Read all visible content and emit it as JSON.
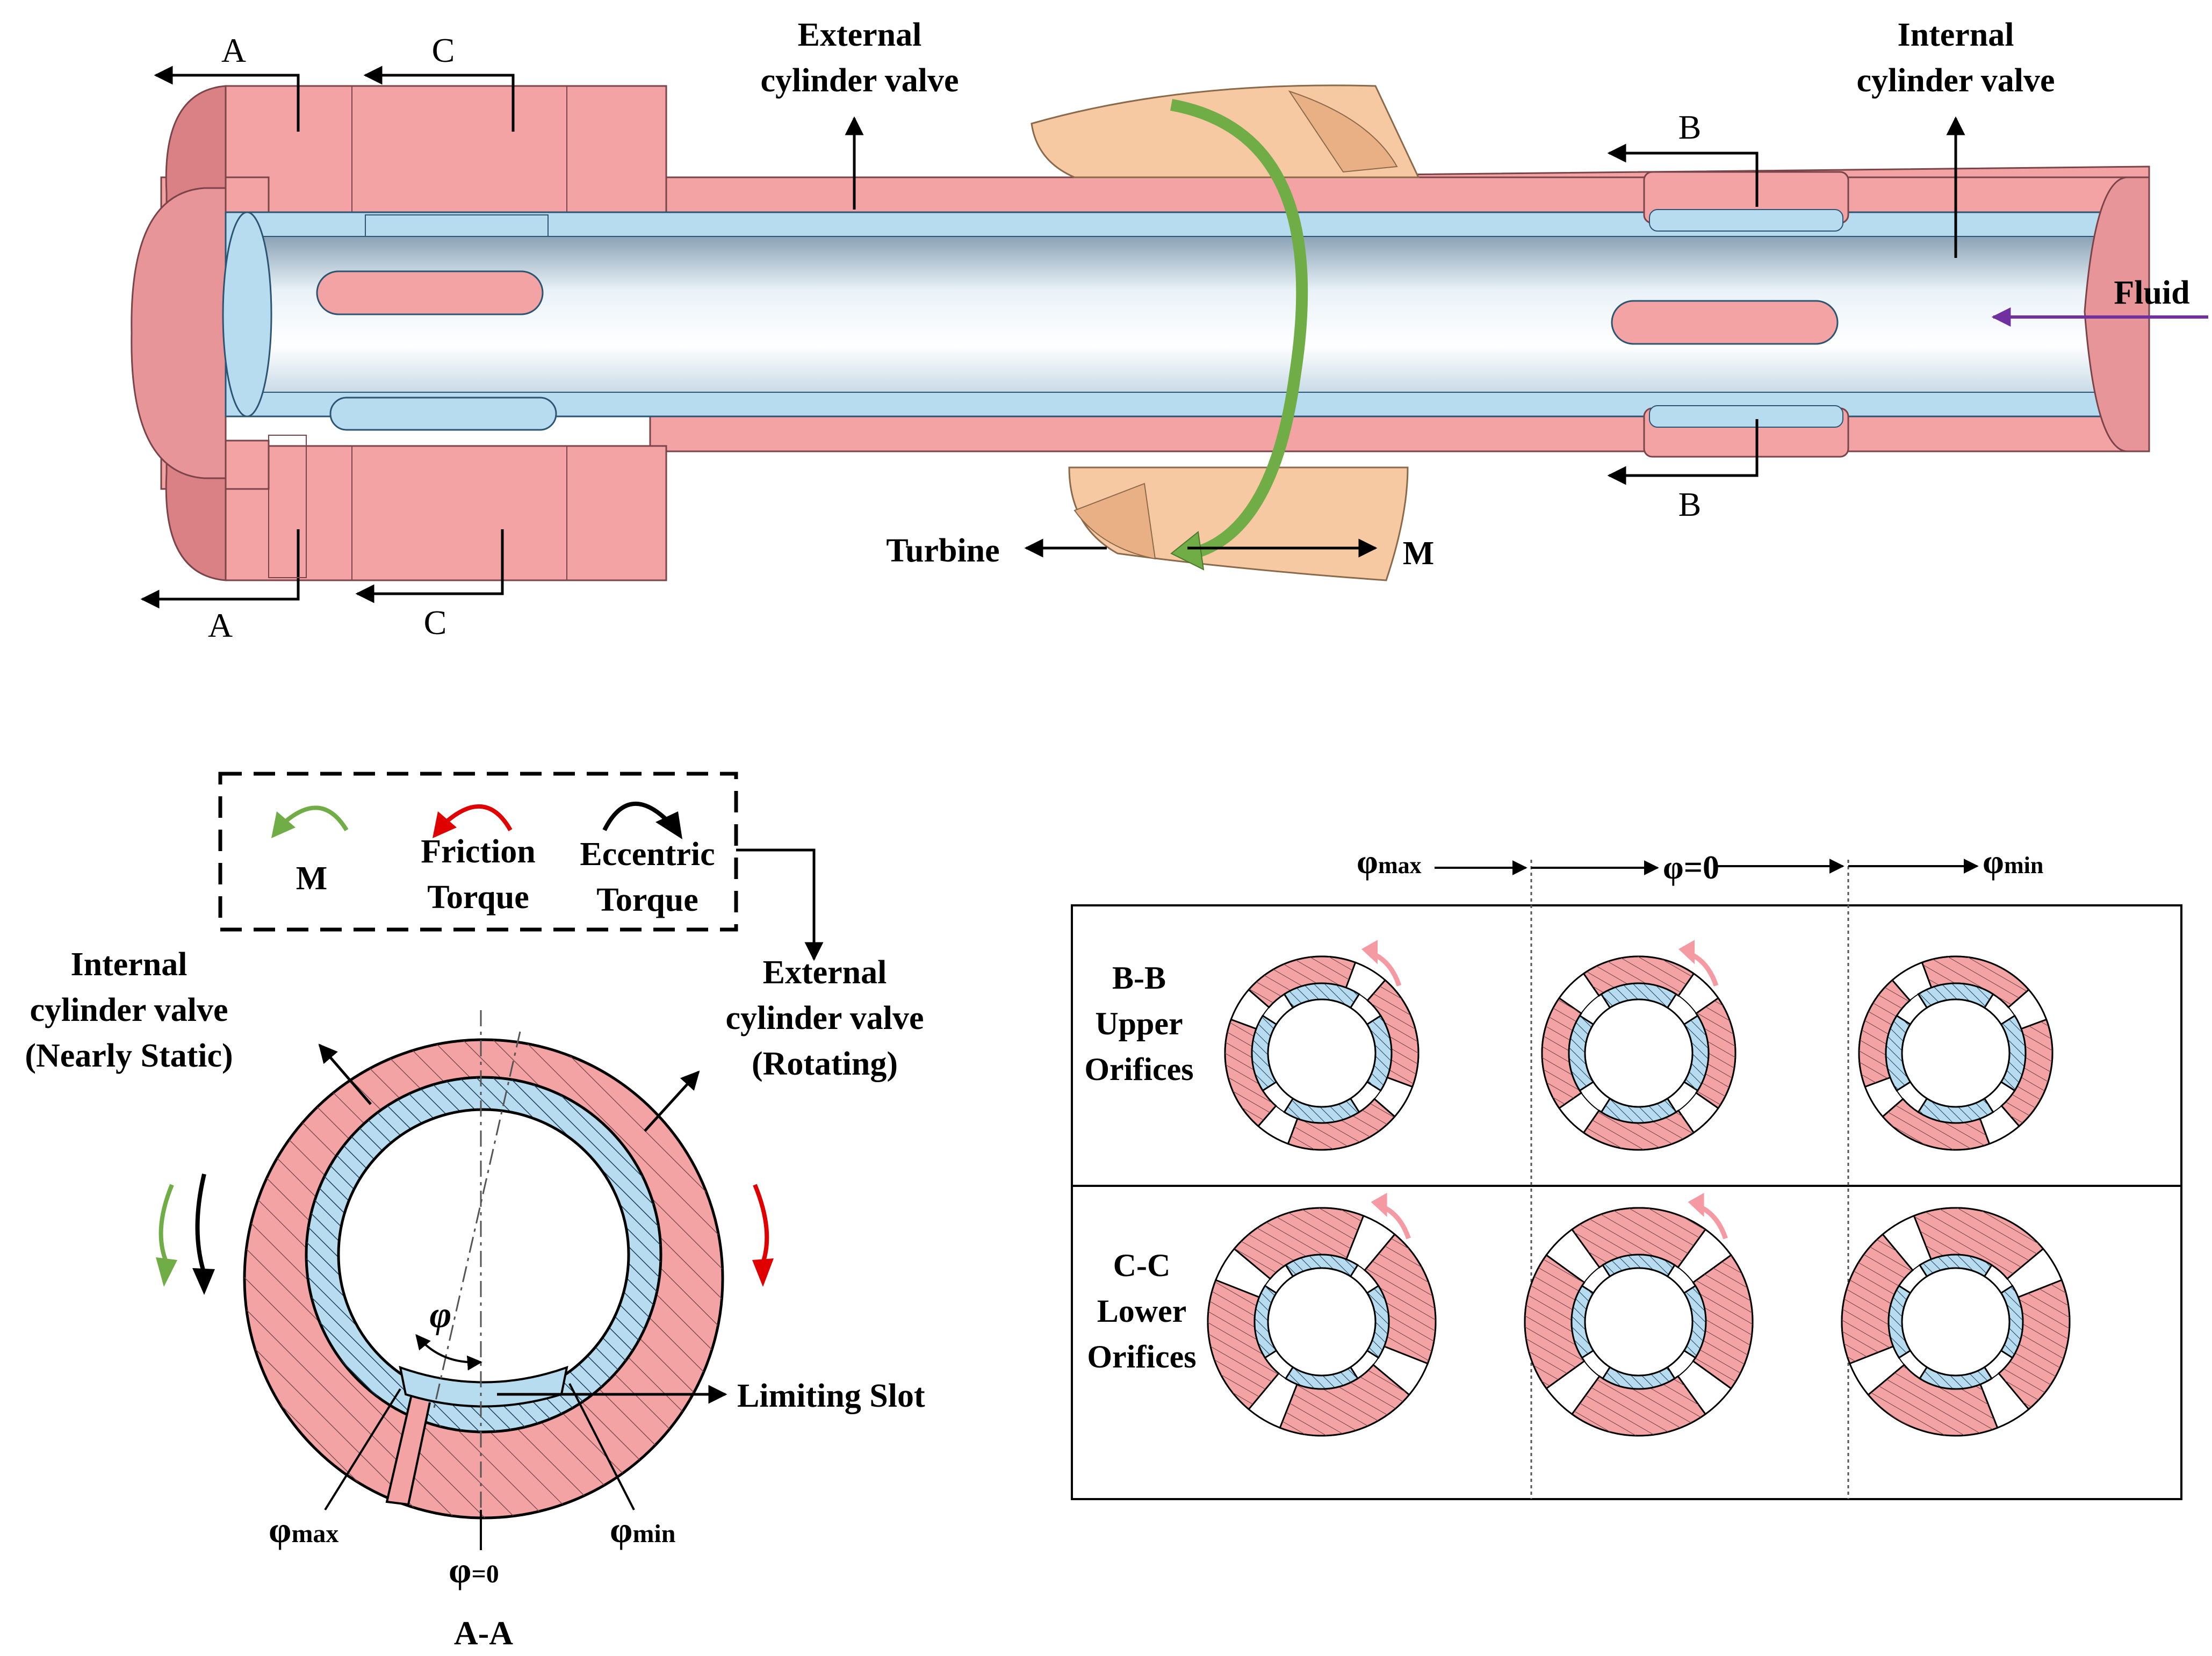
{
  "colors": {
    "pink": "#f4a3a5",
    "pink_dark": "#d98185",
    "blue": "#b7dcef",
    "turbine": "#f7c9a3",
    "green": "#70ad47",
    "red": "#e00000",
    "purple": "#7030a0",
    "arrow_pink": "#f59aa3"
  },
  "top": {
    "external_valve": [
      "External",
      "cylinder valve"
    ],
    "internal_valve": [
      "Internal",
      "cylinder valve"
    ],
    "fluid": "Fluid",
    "turbine": "Turbine",
    "moment": "M",
    "section_a": "A",
    "section_b": "B",
    "section_c": "C"
  },
  "legend": {
    "moment": "M",
    "friction": [
      "Friction",
      "Torque"
    ],
    "eccentric": [
      "Eccentric",
      "Torque"
    ]
  },
  "section_aa": {
    "internal": [
      "Internal",
      "cylinder valve",
      "(Nearly Static)"
    ],
    "external": [
      "External",
      "cylinder valve",
      "(Rotating)"
    ],
    "phi": "φ",
    "limiting_slot": "Limiting Slot",
    "phi_max": "φ",
    "phi_max_sub": "max",
    "phi_zero": "φ",
    "phi_zero_sub": "=0",
    "phi_min": "φ",
    "phi_min_sub": "min",
    "caption": "A-A"
  },
  "grid": {
    "header": [
      {
        "sym": "φ",
        "sub": "max"
      },
      {
        "sym": "φ=0",
        "sub": ""
      },
      {
        "sym": "φ",
        "sub": "min"
      }
    ],
    "rows": [
      {
        "label": [
          "B-B",
          "Upper",
          "Orifices"
        ]
      },
      {
        "label": [
          "C-C",
          "Lower",
          "Orifices"
        ]
      }
    ]
  }
}
